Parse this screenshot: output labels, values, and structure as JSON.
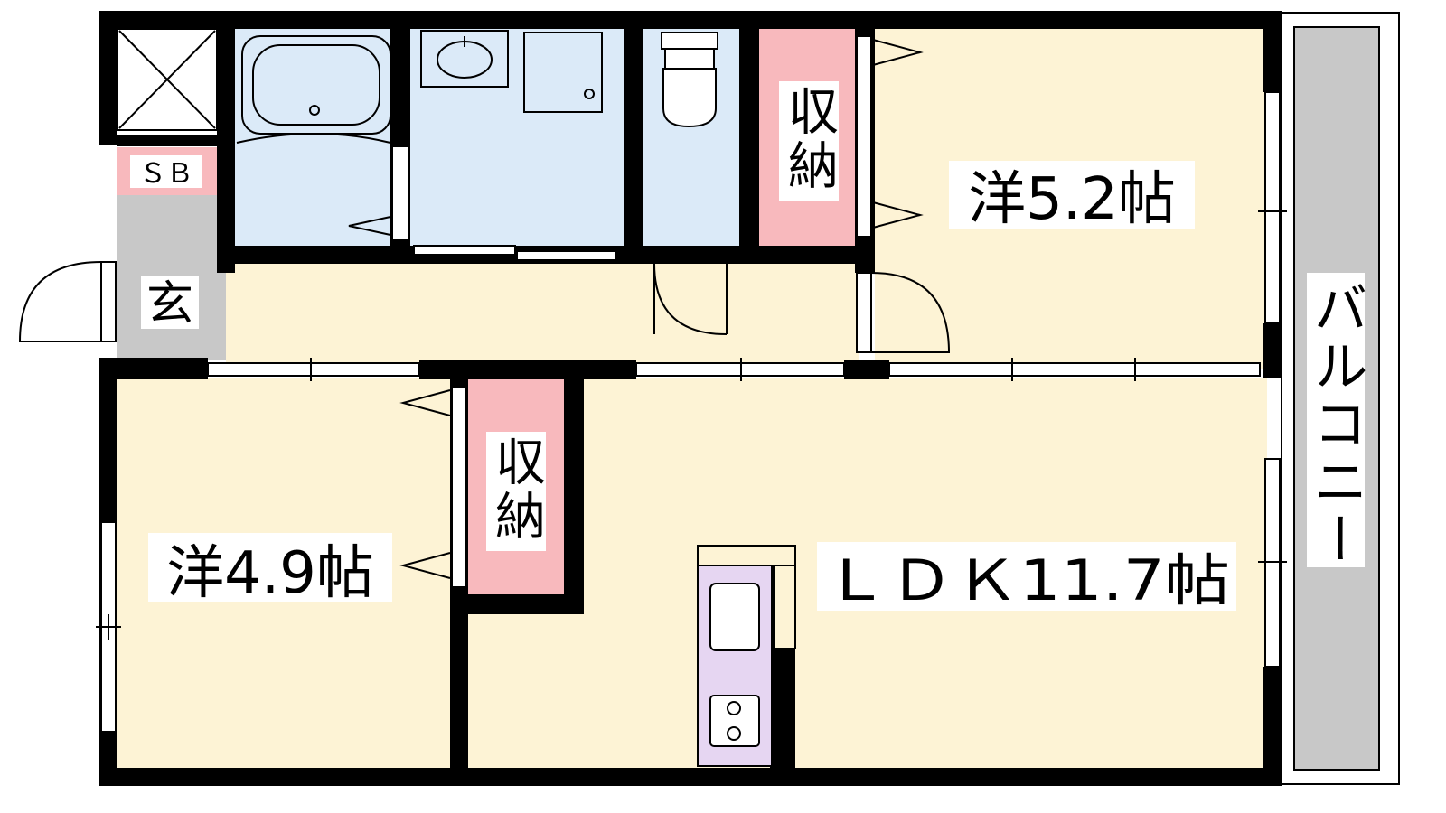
{
  "rooms": {
    "western_right": "洋5.2帖",
    "western_left": "洋4.9帖",
    "ldk": "ＬＤＫ11.7帖",
    "storage_top": "収納",
    "storage_bottom": "収納",
    "entrance": "玄",
    "shoe_box": "ＳＢ",
    "balcony": "バルコニー"
  },
  "colors": {
    "wall": "#000000",
    "floor_wood": "#fdf3d5",
    "wet_area": "#dbeaf8",
    "storage": "#f8b9bd",
    "entrance": "#c8c8c8",
    "balcony": "#c8c8c8",
    "kitchen": "#e6d6f2"
  }
}
